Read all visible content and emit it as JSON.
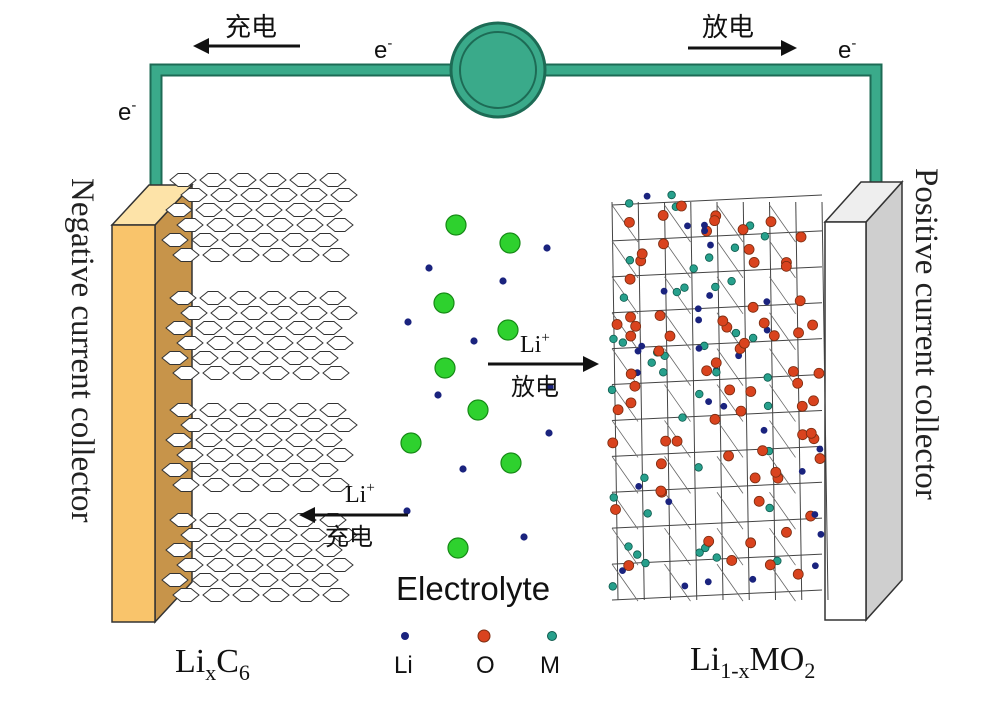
{
  "labels": {
    "charge": "充电",
    "discharge": "放电",
    "electron": "e",
    "electron_sup": "-",
    "li_ion": "Li",
    "li_ion_sup": "+",
    "negative_collector": "Negative current collector",
    "positive_collector": "Positive current collector",
    "electrolyte": "Electrolyte",
    "anode_formula_base": "Li",
    "anode_formula_sub_x": "x",
    "anode_formula_c": "C",
    "anode_formula_sub_6": "6",
    "cathode_formula_li": "Li",
    "cathode_formula_sub": "1-x",
    "cathode_formula_mo": "MO",
    "cathode_formula_sub2": "2"
  },
  "legend": [
    {
      "label": "Li",
      "color": "#1a237e"
    },
    {
      "label": "O",
      "color": "#d9431e"
    },
    {
      "label": "M",
      "color": "#27a08c"
    }
  ],
  "colors": {
    "wire": "#3aaa8a",
    "wire_dark": "#1d6b55",
    "bulb": "#3aaa8a",
    "negative_collector_face": "#f9c46b",
    "negative_collector_side": "#c7944a",
    "positive_collector_face": "#ffffff",
    "positive_collector_side": "#cccccc",
    "li_ion_green": "#2ed12e",
    "li_dot": "#1a237e"
  }
}
